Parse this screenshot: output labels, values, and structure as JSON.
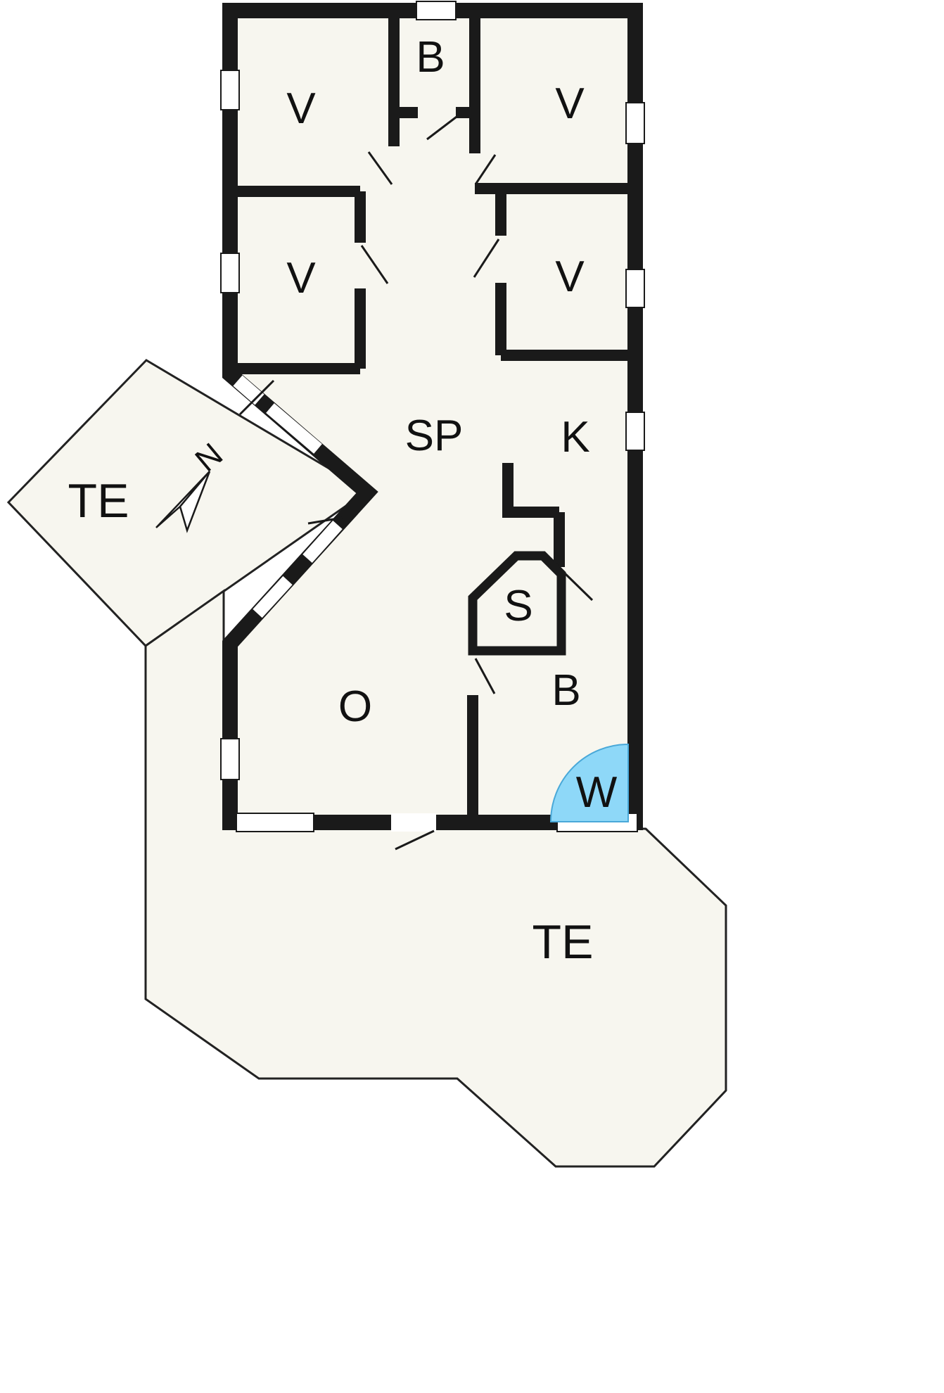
{
  "colors": {
    "wall": "#1a1a1a",
    "floor": "#f7f6ef",
    "background": "#ffffff",
    "terrace_outline": "#222222",
    "highlight": "#8ed8f8"
  },
  "rooms": {
    "bedroom_nw": {
      "label": "V"
    },
    "bath_north": {
      "label": "B"
    },
    "bedroom_ne": {
      "label": "V"
    },
    "bedroom_w": {
      "label": "V"
    },
    "bedroom_e": {
      "label": "V"
    },
    "dining": {
      "label": "SP"
    },
    "kitchen": {
      "label": "K"
    },
    "terrace_west": {
      "label": "TE"
    },
    "sauna": {
      "label": "S"
    },
    "bath_south": {
      "label": "B"
    },
    "living": {
      "label": "O"
    },
    "whirlpool": {
      "label": "W"
    },
    "terrace_south": {
      "label": "TE"
    }
  },
  "compass": {
    "label": "N"
  }
}
